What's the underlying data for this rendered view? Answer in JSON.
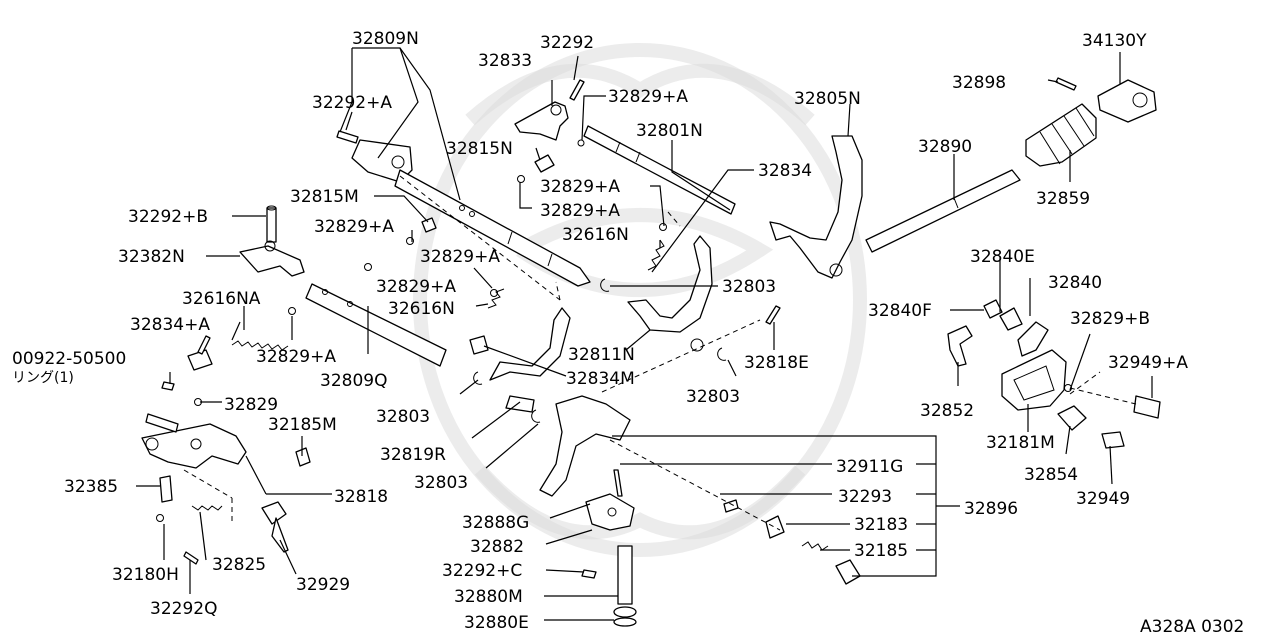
{
  "diagram_id": "A328A 0302",
  "callouts": {
    "p32809N": "32809N",
    "p32292": "32292",
    "p32833": "32833",
    "p32292A_top": "32292+A",
    "p32829A_1": "32829+A",
    "p32805N": "32805N",
    "p34130Y": "34130Y",
    "p32898": "32898",
    "p32801N": "32801N",
    "p32815N": "32815N",
    "p32890": "32890",
    "p32829A_2": "32829+A",
    "p32834": "32834",
    "p32859": "32859",
    "p32829A_3": "32829+A",
    "p32815M": "32815M",
    "p32292B": "32292+B",
    "p32829A_4": "32829+A",
    "p32616N_1": "32616N",
    "p32829A_5": "32829+A",
    "p32382N": "32382N",
    "p32840E": "32840E",
    "p32829A_6": "32829+A",
    "p32803_1": "32803",
    "p32840": "32840",
    "p32616NA": "32616NA",
    "p32616N_2": "32616N",
    "p32840F": "32840F",
    "p32829B": "32829+B",
    "p32834A": "32834+A",
    "p32829A_7": "32829+A",
    "p32811N": "32811N",
    "p32818E": "32818E",
    "p00922": "00922-50500",
    "ring_note": "リング(1)",
    "p32809Q": "32809Q",
    "p32834M": "32834M",
    "p32949A": "32949+A",
    "p32829": "32829",
    "p32803_2": "32803",
    "p32803_3": "32803",
    "p32852": "32852",
    "p32185M": "32185M",
    "p32819R": "32819R",
    "p32181M": "32181M",
    "p32911G": "32911G",
    "p32854": "32854",
    "p32803_4": "32803",
    "p32385": "32385",
    "p32818": "32818",
    "p32293": "32293",
    "p32949": "32949",
    "p32896": "32896",
    "p32888G": "32888G",
    "p32183": "32183",
    "p32882": "32882",
    "p32180H": "32180H",
    "p32825": "32825",
    "p32185": "32185",
    "p32292C": "32292+C",
    "p32929": "32929",
    "p32880M": "32880M",
    "p32292Q": "32292Q",
    "p32880E": "32880E"
  }
}
